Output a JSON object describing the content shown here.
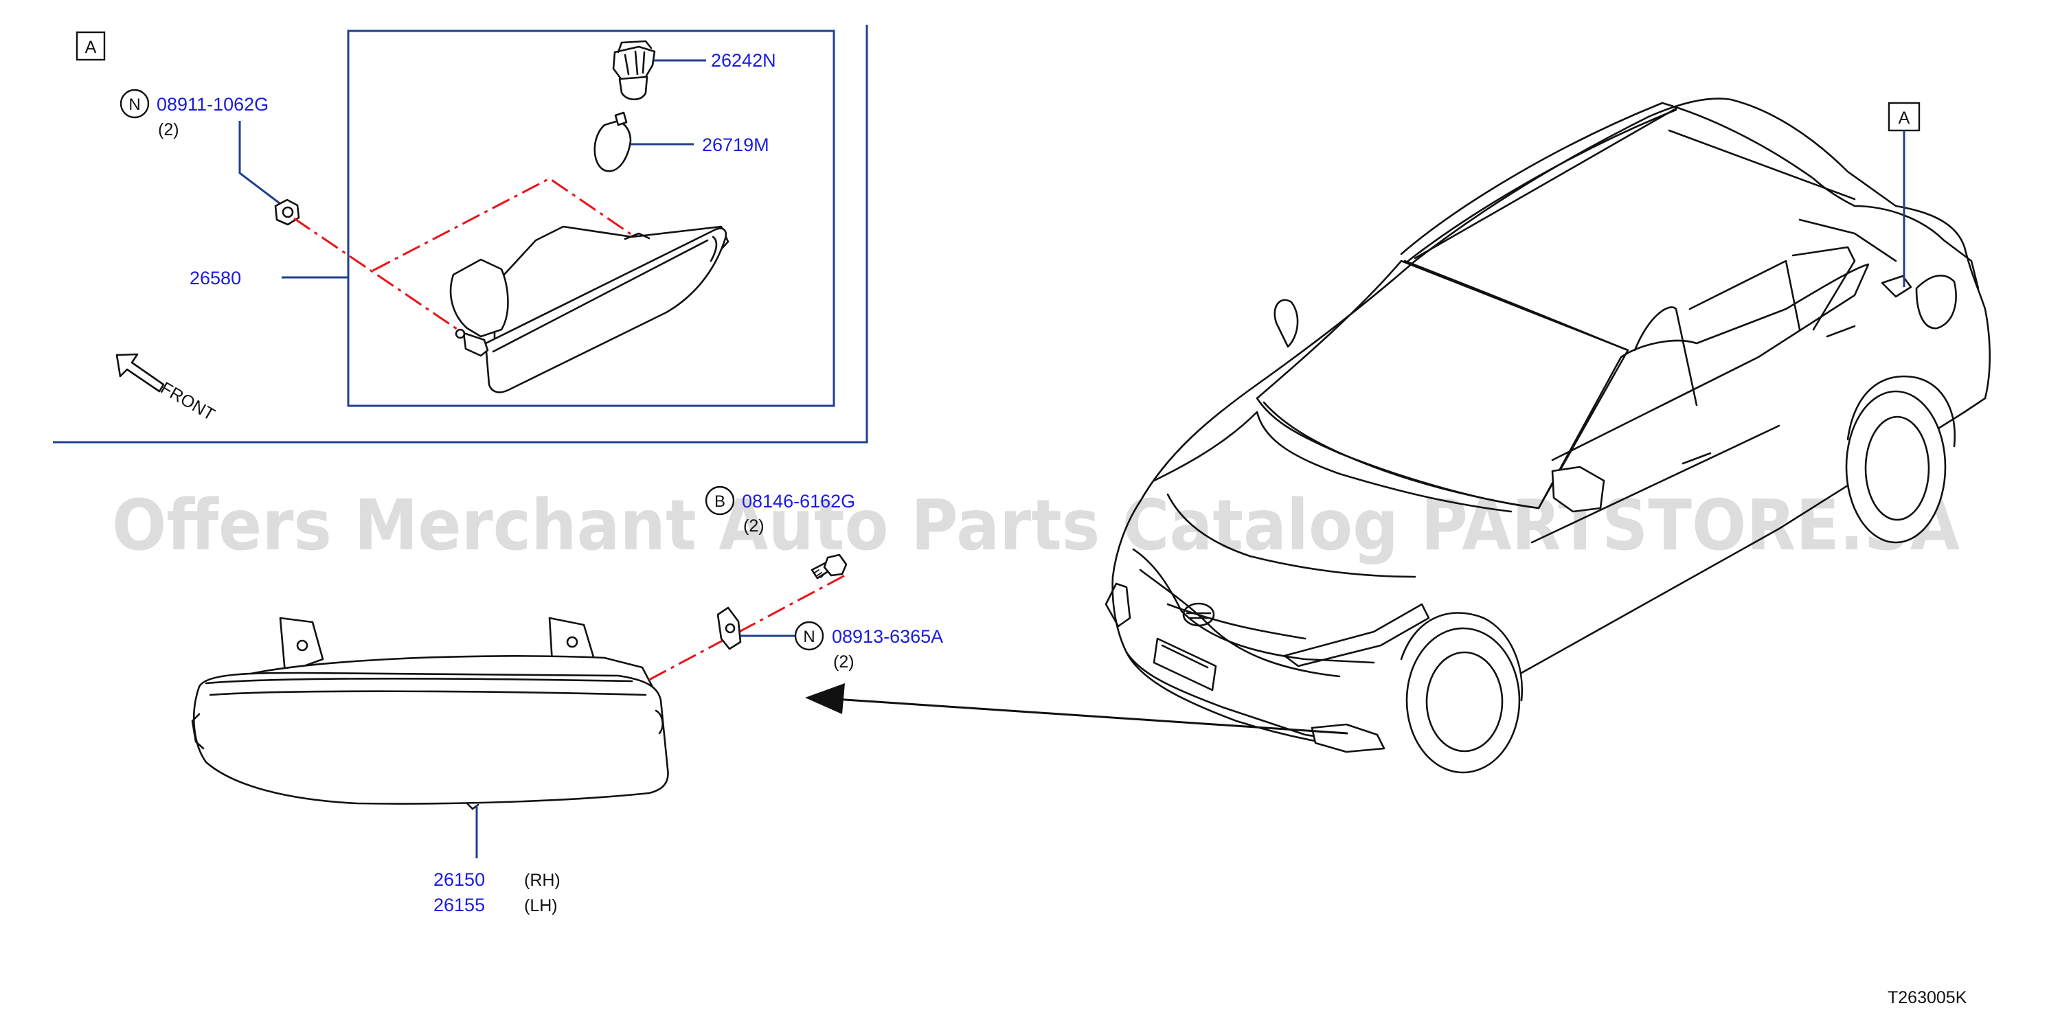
{
  "diagram_code": "T263005K",
  "view_tag": "A",
  "front_label": "FRONT",
  "watermark": "Offers Merchant Auto Parts Catalog PARTSTORE.SA",
  "parts": {
    "nut_top": {
      "prefix": "N",
      "number": "08911-1062G",
      "qty": "(2)"
    },
    "housing": {
      "number": "26580"
    },
    "socket": {
      "number": "26242N"
    },
    "bulb": {
      "number": "26719M"
    },
    "bolt": {
      "prefix": "B",
      "number": "08146-6162G",
      "qty": "(2)"
    },
    "nut_lower": {
      "prefix": "N",
      "number": "08913-6365A",
      "qty": "(2)"
    },
    "lamp_rh": {
      "number": "26150",
      "side": "(RH)"
    },
    "lamp_lh": {
      "number": "26155",
      "side": "(LH)"
    }
  },
  "colors": {
    "part_number": "#1a1ae6",
    "leader": "#1f3f8f",
    "phantom_line": "#e8141a",
    "ink": "#111111"
  }
}
